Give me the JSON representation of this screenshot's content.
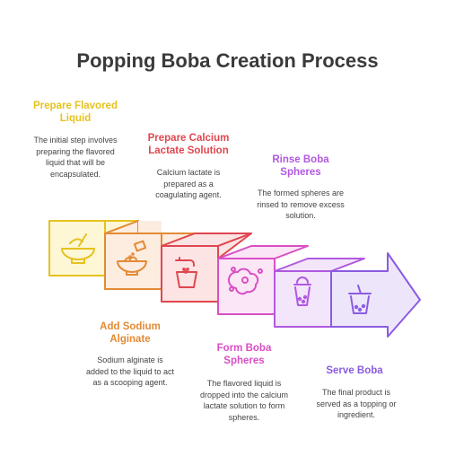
{
  "title": "Popping Boba Creation Process",
  "steps": [
    {
      "title": "Prepare Flavored Liquid",
      "description": "The initial step involves preparing the flavored liquid that will be encapsulated.",
      "color": "#e6c21f",
      "icon": "bowl-spoon-icon"
    },
    {
      "title": "Add Sodium Alginate",
      "description": "Sodium alginate is added to the liquid to act as a scooping agent.",
      "color": "#e38a35",
      "icon": "bowl-powder-icon"
    },
    {
      "title": "Prepare Calcium Lactate Solution",
      "description": "Calcium lactate is prepared as a coagulating agent.",
      "color": "#e0464f",
      "icon": "faucet-bucket-icon"
    },
    {
      "title": "Form Boba Spheres",
      "description": "The flavored liquid is dropped into the calcium lactate solution to form spheres.",
      "color": "#d94fc4",
      "icon": "spheres-icon"
    },
    {
      "title": "Rinse Boba Spheres",
      "description": "The formed spheres are rinsed to remove excess solution.",
      "color": "#b159e0",
      "icon": "boba-cup-lid-icon"
    },
    {
      "title": "Serve Boba",
      "description": "The final product is served as a topping or ingredient.",
      "color": "#8a5ce0",
      "icon": "boba-cup-straw-icon"
    }
  ]
}
